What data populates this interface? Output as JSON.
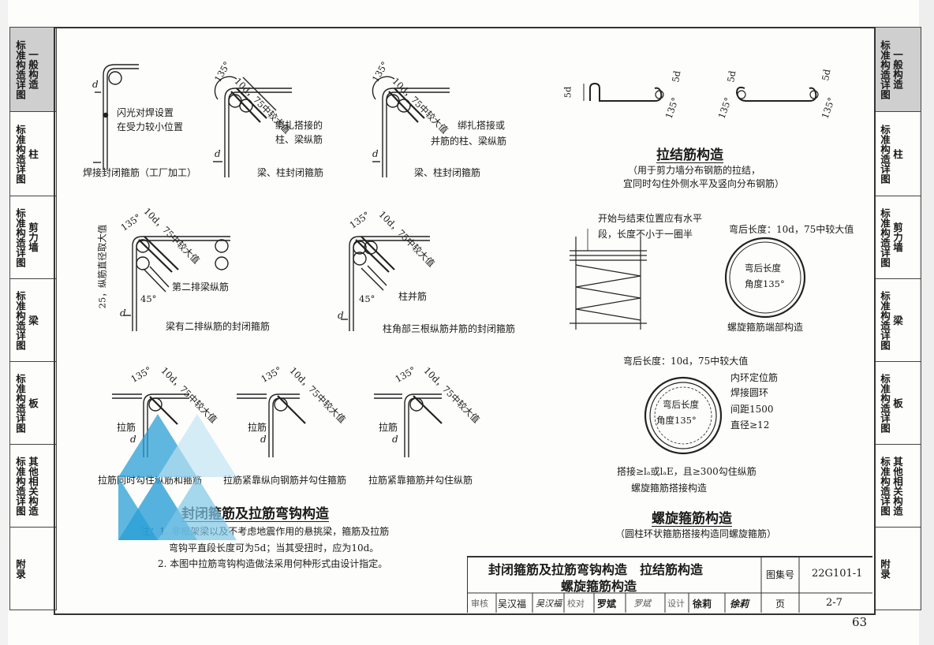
{
  "sidebar": {
    "tabs": [
      {
        "v1": "标准构造详图",
        "v2": "一般构造",
        "active": true
      },
      {
        "v1": "标准构造详图",
        "v2": "柱",
        "active": false
      },
      {
        "v1": "标准构造详图",
        "v2": "剪力墙",
        "active": false
      },
      {
        "v1": "标准构造详图",
        "v2": "梁",
        "active": false
      },
      {
        "v1": "标准构造详图",
        "v2": "板",
        "active": false
      },
      {
        "v1": "标准构造详图",
        "v2": "其他相关构造",
        "active": false
      },
      {
        "v1": "附录",
        "v2": "",
        "active": false
      }
    ]
  },
  "hooks": {
    "welded": {
      "d": "d",
      "note1": "闪光对焊设置",
      "note2": "在受力较小位置",
      "caption": "焊接封闭箍筋（工厂加工）"
    },
    "tied1": {
      "angle": "135°",
      "length": "10d，75中较大值",
      "note1": "绑扎搭接的",
      "note2": "柱、梁纵筋",
      "d": "d",
      "caption": "梁、柱封闭箍筋"
    },
    "tied2": {
      "angle": "135°",
      "length": "10d，75中较大值",
      "note1": "绑扎搭接或",
      "note2": "并筋的柱、梁纵筋",
      "d": "d",
      "caption": "梁、柱封闭箍筋"
    },
    "two_rows": {
      "angle": "135°",
      "length": "10d，75中较大值",
      "side": "25，纵筋直径取大值",
      "angle2": "45°",
      "note": "第二排梁纵筋",
      "d": "d",
      "caption": "梁有二排纵筋的封闭箍筋"
    },
    "corner3": {
      "angle": "135°",
      "length": "10d，75中较大值",
      "angle2": "45°",
      "note": "柱并筋",
      "d": "d",
      "caption": "柱角部三根纵筋并筋的封闭箍筋"
    },
    "tie1": {
      "angle": "135°",
      "length": "10d，75中较大值",
      "tie": "拉筋",
      "d": "d",
      "caption": "拉筋同时勾住纵筋和箍筋"
    },
    "tie2": {
      "angle": "135°",
      "length": "10d，75中较大值",
      "tie": "拉筋",
      "d": "d",
      "caption": "拉筋紧靠纵向钢筋并勾住箍筋"
    },
    "tie3": {
      "angle": "135°",
      "length": "10d，75中较大值",
      "tie": "拉筋",
      "d": "d",
      "caption": "拉筋紧靠箍筋并勾住纵筋"
    },
    "section_title": "封闭箍筋及拉筋弯钩构造",
    "notes": [
      "注：1. 非框架梁以及不考虑地震作用的悬挑梁，箍筋及拉筋",
      "弯钩平直段长度可为5d；当其受扭时，应为10d。",
      "2. 本图中拉筋弯钩构造做法采用何种形式由设计指定。"
    ]
  },
  "tie_bars": {
    "dim": "5d",
    "angle": "135°",
    "title": "拉结筋构造",
    "subtitle1": "（用于剪力墙分布钢筋的拉结，",
    "subtitle2": "宜同时勾住外侧水平及竖向分布钢筋）"
  },
  "spiral": {
    "start_note1": "开始与结束位置应有水平",
    "start_note2": "段，长度不小于一圈半",
    "end_len": "弯后长度：10d，75中较大值",
    "inner1": "弯后长度",
    "inner2": "角度135°",
    "end_caption": "螺旋箍筋端部构造",
    "lap_len": "弯后长度：10d，75中较大值",
    "ring1": "内环定位筋",
    "ring2": "焊接圆环",
    "ring3": "间距1500",
    "ring4": "直径≥12",
    "lap_inner1": "弯后长度",
    "lap_inner2": "角度135°",
    "lap_note": "搭接≥lₐ或lₐE，且≥300勾住纵筋",
    "lap_caption": "螺旋箍筋搭接构造",
    "title": "螺旋箍筋构造",
    "subtitle": "（圆柱环状箍筋搭接构造同螺旋箍筋）"
  },
  "title_block": {
    "title1": "封闭箍筋及拉筋弯钩构造　拉结筋构造",
    "title2": "螺旋箍筋构造",
    "atlas_label": "图集号",
    "atlas_no": "22G101-1",
    "review": "审核",
    "reviewer": "吴汉福",
    "reviewer_sig": "吴汉福",
    "check": "校对",
    "checker": "罗斌",
    "checker_sig": "罗斌",
    "design": "设计",
    "designer": "徐莉",
    "designer_sig": "徐莉",
    "page_label": "页",
    "page_no": "2-7"
  },
  "page_number": "63"
}
